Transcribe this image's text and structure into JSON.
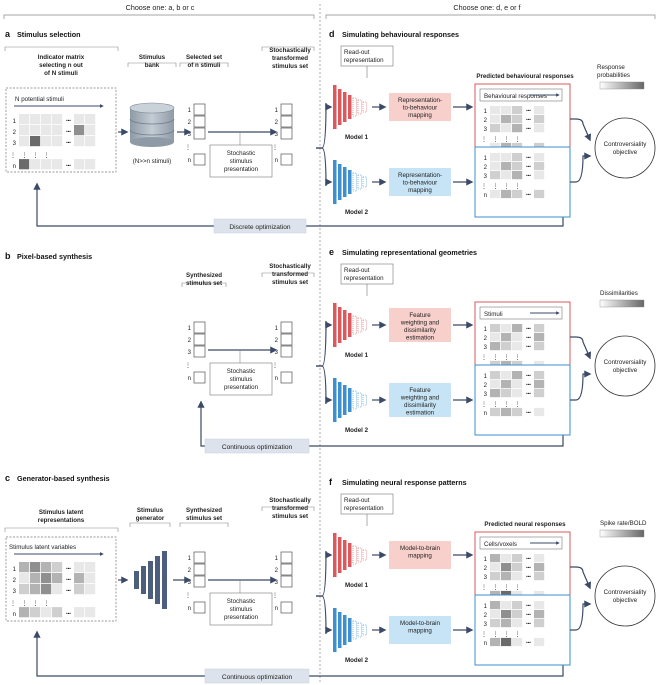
{
  "header": {
    "left": "Choose one: a, b or c",
    "right": "Choose one: d, e or f"
  },
  "panels": {
    "a": {
      "letter": "a",
      "title": "Stimulus selection",
      "indicator_label": [
        "Indicator matrix",
        "selecting n out",
        "of N stimuli"
      ],
      "n_potential": "N potential stimuli",
      "bank_label": [
        "Stimulus",
        "bank"
      ],
      "bank_note": "(N>>n stimuli)",
      "selected_label": [
        "Selected set",
        "of n stimuli"
      ],
      "transformed_label": [
        "Stochastically",
        "transformed",
        "stimulus set"
      ],
      "stochastic": [
        "Stochastic",
        "stimulus",
        "presentation"
      ],
      "optimization": "Discrete optimization"
    },
    "b": {
      "letter": "b",
      "title": "Pixel-based synthesis",
      "synth_label": [
        "Synthesized",
        "stimulus set"
      ],
      "transformed_label": [
        "Stochastically",
        "transformed",
        "stimulus set"
      ],
      "stochastic": [
        "Stochastic",
        "stimulus",
        "presentation"
      ],
      "optimization": "Continuous optimization"
    },
    "c": {
      "letter": "c",
      "title": "Generator-based synthesis",
      "latent_label": [
        "Stimulus latent",
        "representations"
      ],
      "latent_vars": "Stimulus latent variables",
      "generator_label": [
        "Stimulus",
        "generator"
      ],
      "synth_label": [
        "Synthesized",
        "stimulus set"
      ],
      "transformed_label": [
        "Stochastically",
        "transformed",
        "stimulus set"
      ],
      "stochastic": [
        "Stochastic",
        "stimulus",
        "presentation"
      ],
      "optimization": "Continuous optimization"
    },
    "d": {
      "letter": "d",
      "title": "Simulating behavioural responses",
      "readout": [
        "Read-out",
        "representation"
      ],
      "mapping": [
        "Representation-",
        "to-behaviour",
        "mapping"
      ],
      "predicted": "Predicted behavioural responses",
      "matrix_header": "Behavioural responses",
      "scale_label": [
        "Response",
        "probabilities"
      ],
      "model1": "Model 1",
      "model2": "Model 2",
      "objective": [
        "Controversiality",
        "objective"
      ]
    },
    "e": {
      "letter": "e",
      "title": "Simulating representational geometries",
      "readout": [
        "Read-out",
        "representation"
      ],
      "mapping": [
        "Feature",
        "weighting and",
        "dissimilarity",
        "estimation"
      ],
      "matrix_header": "Stimuli",
      "scale_label": [
        "Dissimilarities"
      ],
      "model1": "Model 1",
      "model2": "Model 2",
      "objective": [
        "Controversiality",
        "objective"
      ]
    },
    "f": {
      "letter": "f",
      "title": "Simulating neural response patterns",
      "readout": [
        "Read-out",
        "representation"
      ],
      "mapping": [
        "Model-to-brain",
        "mapping"
      ],
      "predicted": "Predicted neural responses",
      "matrix_header": "Cells/voxels",
      "scale_label": [
        "Spike rate/BOLD"
      ],
      "model1": "Model 1",
      "model2": "Model 2",
      "objective": [
        "Controversiality",
        "objective"
      ]
    }
  },
  "row_labels": [
    "1",
    "2",
    "3",
    "⋮",
    "n"
  ],
  "ellipsis": "•••",
  "colors": {
    "model1": "#d9595c",
    "model1_box": "#f7cfcb",
    "model2": "#3d8fce",
    "model2_box": "#c6e4f5",
    "arrow": "#3b4a66",
    "opt_box": "#dde3ec",
    "grid_light": "#e6e6e6",
    "grid_dark": "#555555",
    "generator": "#4d5d7c"
  }
}
